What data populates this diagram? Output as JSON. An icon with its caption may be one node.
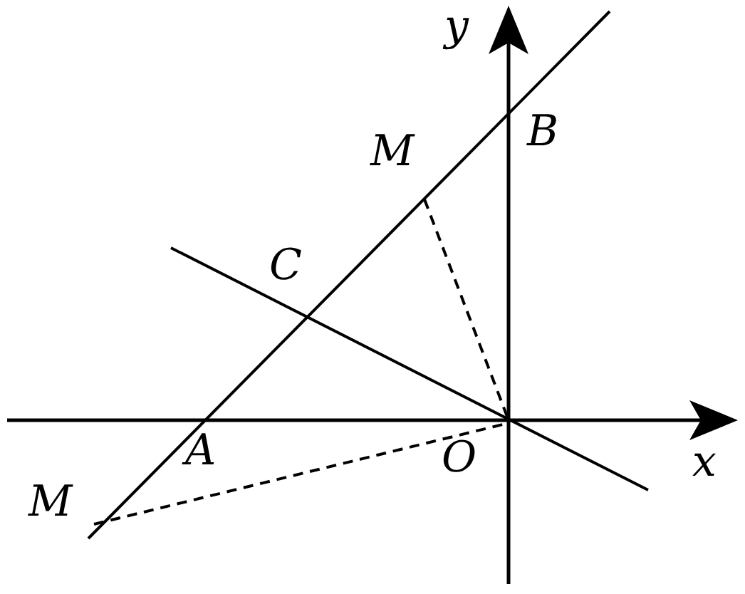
{
  "diagram": {
    "labels": [
      "y",
      "M",
      "B",
      "C",
      "A",
      "O",
      "x",
      "M"
    ]
  }
}
